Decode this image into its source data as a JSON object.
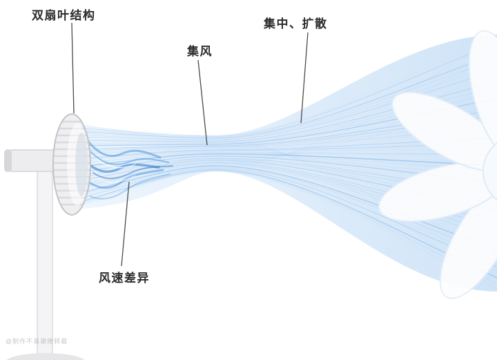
{
  "labels": {
    "dual_blade": "双扇叶结构",
    "air_gather": "集风",
    "concentrate_diffuse": "集中、扩散",
    "wind_speed_diff": "风速差异"
  },
  "watermark": "@制作不易谢绝转载",
  "colors": {
    "flow_light": "#c3def7",
    "flow_mid": "#9cc4ee",
    "flow_pale": "#d8eafb",
    "flow_deep": "#86b8ea",
    "flow_soft": "#b0d2f2",
    "swirl_dark": "#3a81cc",
    "swirl_mid": "#4e93da",
    "swirl_bright": "#5ea1e2",
    "leader_line": "#4a4a4a",
    "label_text": "#2b2b2b",
    "fan_body": "#efeff2",
    "blade_white": "#fdfdfe"
  }
}
